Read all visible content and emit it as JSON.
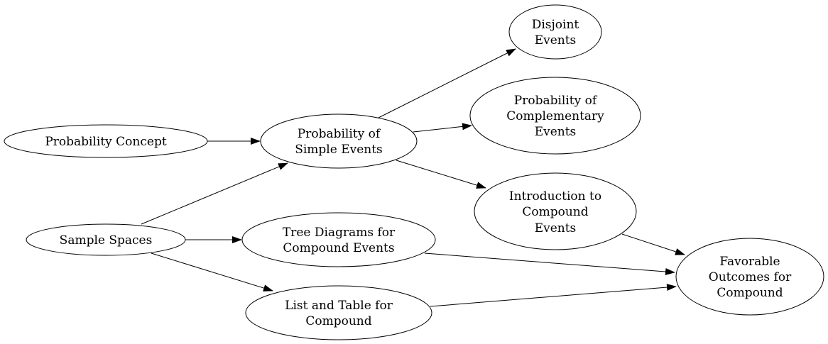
{
  "colors": {
    "stroke": "#000000",
    "fill": "#ffffff",
    "text": "#000000"
  },
  "nodes": {
    "probability_concept": [
      "Probability Concept"
    ],
    "sample_spaces": [
      "Sample Spaces"
    ],
    "probability_simple_events": [
      "Probability of",
      "Simple Events"
    ],
    "tree_diagrams": [
      "Tree Diagrams for",
      "Compound Events"
    ],
    "list_table": [
      "List and Table for",
      "Compound"
    ],
    "disjoint_events": [
      "Disjoint",
      "Events"
    ],
    "complementary_events": [
      "Probability of",
      "Complementary",
      "Events"
    ],
    "intro_compound": [
      "Introduction to",
      "Compound",
      "Events"
    ],
    "favorable_outcomes": [
      "Favorable",
      "Outcomes for",
      "Compound"
    ]
  },
  "edges": [
    {
      "from": "probability_concept",
      "to": "probability_simple_events"
    },
    {
      "from": "sample_spaces",
      "to": "probability_simple_events"
    },
    {
      "from": "sample_spaces",
      "to": "tree_diagrams"
    },
    {
      "from": "sample_spaces",
      "to": "list_table"
    },
    {
      "from": "probability_simple_events",
      "to": "disjoint_events"
    },
    {
      "from": "probability_simple_events",
      "to": "complementary_events"
    },
    {
      "from": "probability_simple_events",
      "to": "intro_compound"
    },
    {
      "from": "intro_compound",
      "to": "favorable_outcomes"
    },
    {
      "from": "tree_diagrams",
      "to": "favorable_outcomes"
    },
    {
      "from": "list_table",
      "to": "favorable_outcomes"
    }
  ]
}
